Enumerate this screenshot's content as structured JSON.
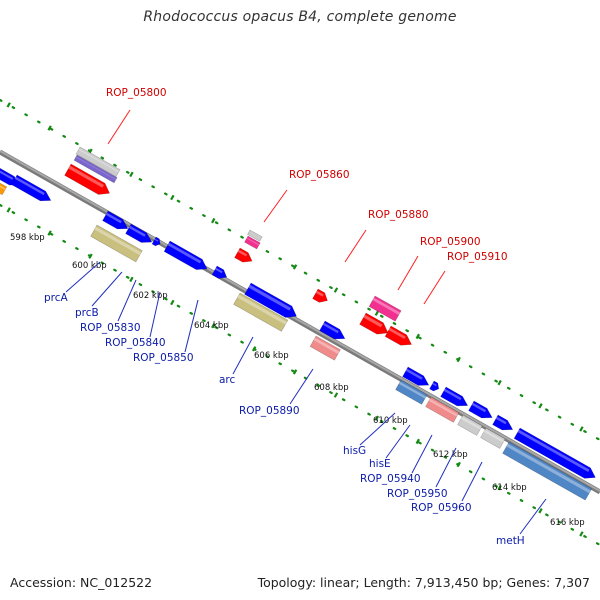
{
  "title": "Rhodococcus opacus B4, complete genome",
  "footer": {
    "accession": "Accession: NC_012522",
    "topology": "Topology: linear; Length: 7,913,450 bp; Genes: 7,307"
  },
  "colors": {
    "backbone": "#8f8f8f",
    "forward_gene": "#0000ff",
    "red_gene": "#ff0000",
    "pink_gene": "#f2308f",
    "olive_gene": "#c9bf7f",
    "salmon_gene": "#f08b8b",
    "steel_gene": "#4f86c6",
    "gray_gene": "#cccccc",
    "ruler_dots": "#138a13"
  },
  "scale_ticks": [
    "598 kbp",
    "600 kbp",
    "602 kbp",
    "604 kbp",
    "606 kbp",
    "608 kbp",
    "610 kbp",
    "612 kbp",
    "614 kbp",
    "616 kbp"
  ],
  "top_labels": [
    "ROP_05800",
    "ROP_05860",
    "ROP_05880",
    "ROP_05900",
    "ROP_05910"
  ],
  "bottom_labels": [
    "prcA",
    "prcB",
    "ROP_05830",
    "ROP_05840",
    "ROP_05850",
    "arc",
    "ROP_05890",
    "hisG",
    "hisE",
    "ROP_05940",
    "ROP_05950",
    "ROP_05960",
    "metH"
  ]
}
